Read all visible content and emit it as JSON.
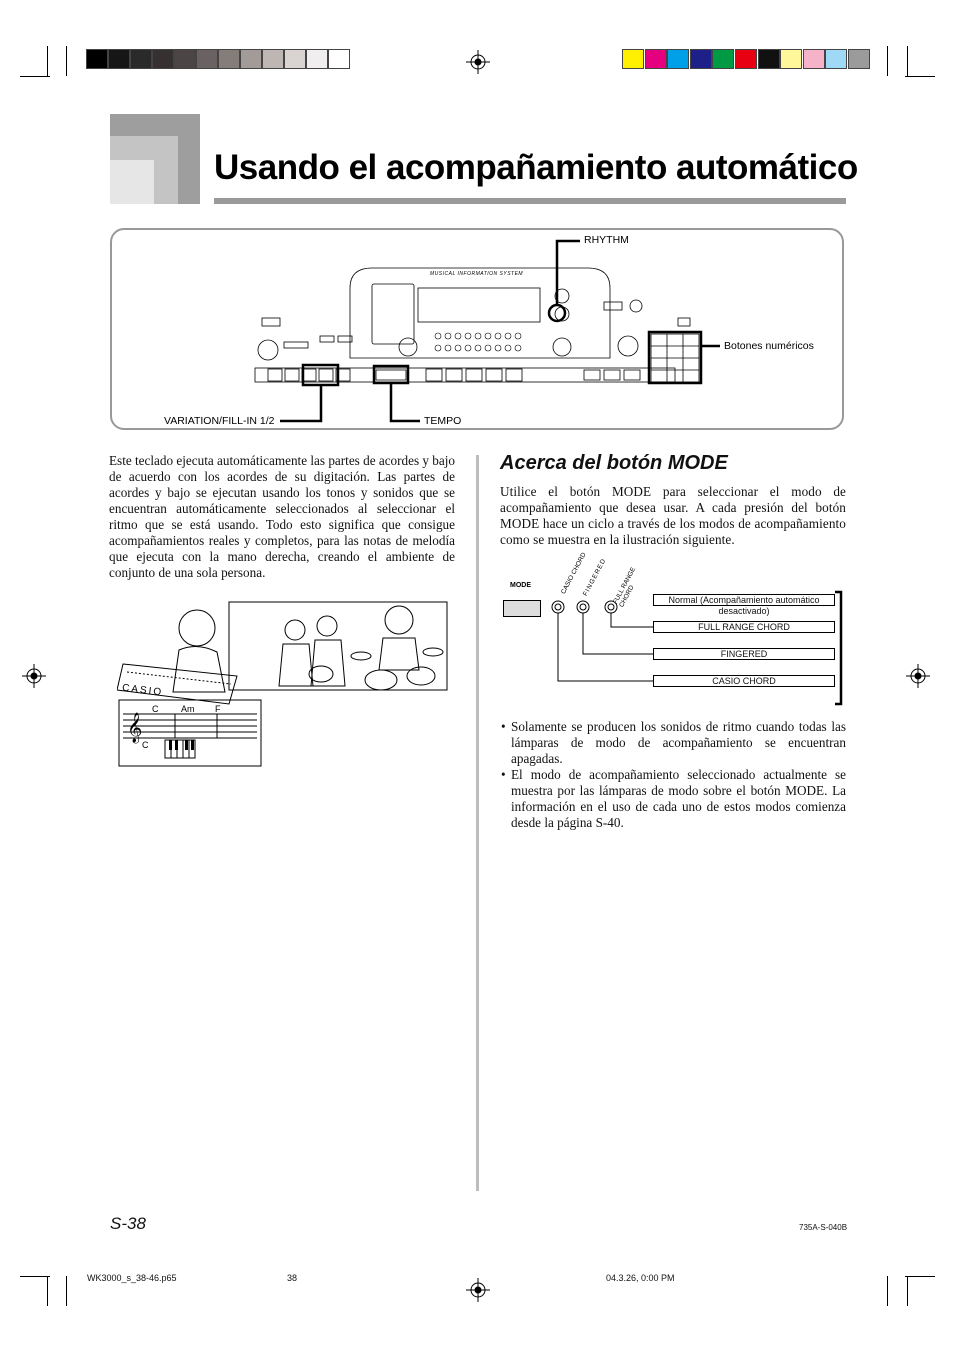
{
  "header": {
    "title": "Usando el acompañamiento automático",
    "color_bar": [
      "#ffef00",
      "#e5007f",
      "#00a0e9",
      "#1d2088",
      "#009944",
      "#e60012",
      "#111111",
      "#fff799",
      "#f5b2c9",
      "#9fd9f6",
      "#9b9b9b"
    ],
    "gray_bar": [
      "#000000",
      "#161616",
      "#2a2a2a",
      "#363030",
      "#4c4545",
      "#6a6262",
      "#857d7a",
      "#a39b98",
      "#bdb6b3",
      "#d9d4d2",
      "#f0eeee",
      "#ffffff"
    ]
  },
  "keyboard_diagram": {
    "labels": {
      "rhythm": "RHYTHM",
      "numeric": "Botones numéricos",
      "variation": "VARIATION/FILL-IN 1/2",
      "tempo": "TEMPO"
    },
    "panel_brand": "MUSICAL INFORMATION SYSTEM"
  },
  "intro": {
    "text": "Este teclado ejecuta automáticamente las partes de acordes y bajo de acuerdo con los acordes de su digitación. Las partes de acordes y bajo se ejecutan usando los tonos y sonidos que se encuentran automáticamente seleccionados al seleccionar el ritmo que se está usando. Todo esto significa que consigue acompañamientos reales y completos, para las notas de melodía que ejecuta con la mano derecha, creando el ambiente de conjunto de una sola persona."
  },
  "illustration": {
    "brand": "CASIO",
    "chords": [
      "C",
      "Am",
      "F"
    ],
    "bass_note": "C"
  },
  "mode_section": {
    "heading": "Acerca del botón MODE",
    "text": "Utilice el botón MODE para seleccionar el modo de acompañamiento que desea usar. A cada presión del botón MODE hace un ciclo a través de los modos de acompañamiento como se muestra en la ilustración siguiente.",
    "button_label": "MODE",
    "lamp_labels": [
      "CASIO CHORD",
      "FINGERED",
      "FULL RANGE CHORD"
    ],
    "modes": [
      "Normal (Acompañamiento automático desactivado)",
      "FULL RANGE CHORD",
      "FINGERED",
      "CASIO CHORD"
    ],
    "bullets": [
      "Solamente se producen los sonidos de ritmo cuando todas las lámparas de modo de acompañamiento se encuentran apagadas.",
      "El modo de acompañamiento seleccionado actualmente se muestra por las lámparas de modo sobre el botón MODE. La información en el uso de cada uno de estos modos comienza desde la página S-40."
    ]
  },
  "footer": {
    "page": "S-38",
    "code": "735A-S-040B",
    "file": "WK3000_s_38-46.p65",
    "page_num": "38",
    "date": "04.3.26, 0:00 PM"
  }
}
